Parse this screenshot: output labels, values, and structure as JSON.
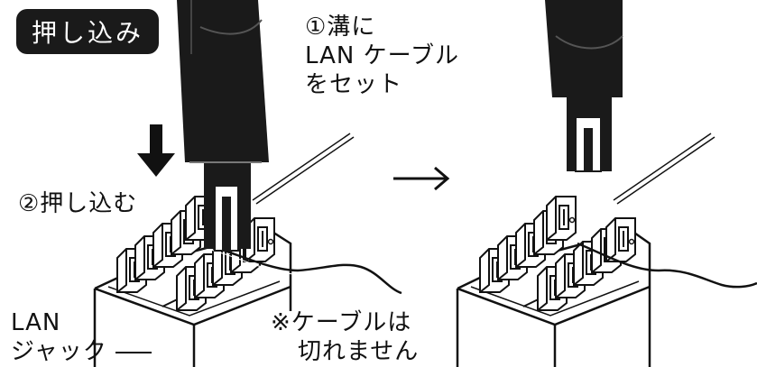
{
  "badge": "押し込み",
  "step1": {
    "line1": "①溝に",
    "line2": "LAN ケーブル",
    "line3": "をセット"
  },
  "step2": "②押し込む",
  "jack_label": {
    "line1": "LAN",
    "line2": "ジャック"
  },
  "note": {
    "line1": "※ケーブルは",
    "line2": "切れません"
  },
  "icons": {
    "press_arrow": "down-arrow-icon",
    "result_arrow": "right-arrow-icon"
  },
  "colors": {
    "badge_bg": "#1a1a1a",
    "tool": "#1a1a1a",
    "line": "#111111"
  }
}
